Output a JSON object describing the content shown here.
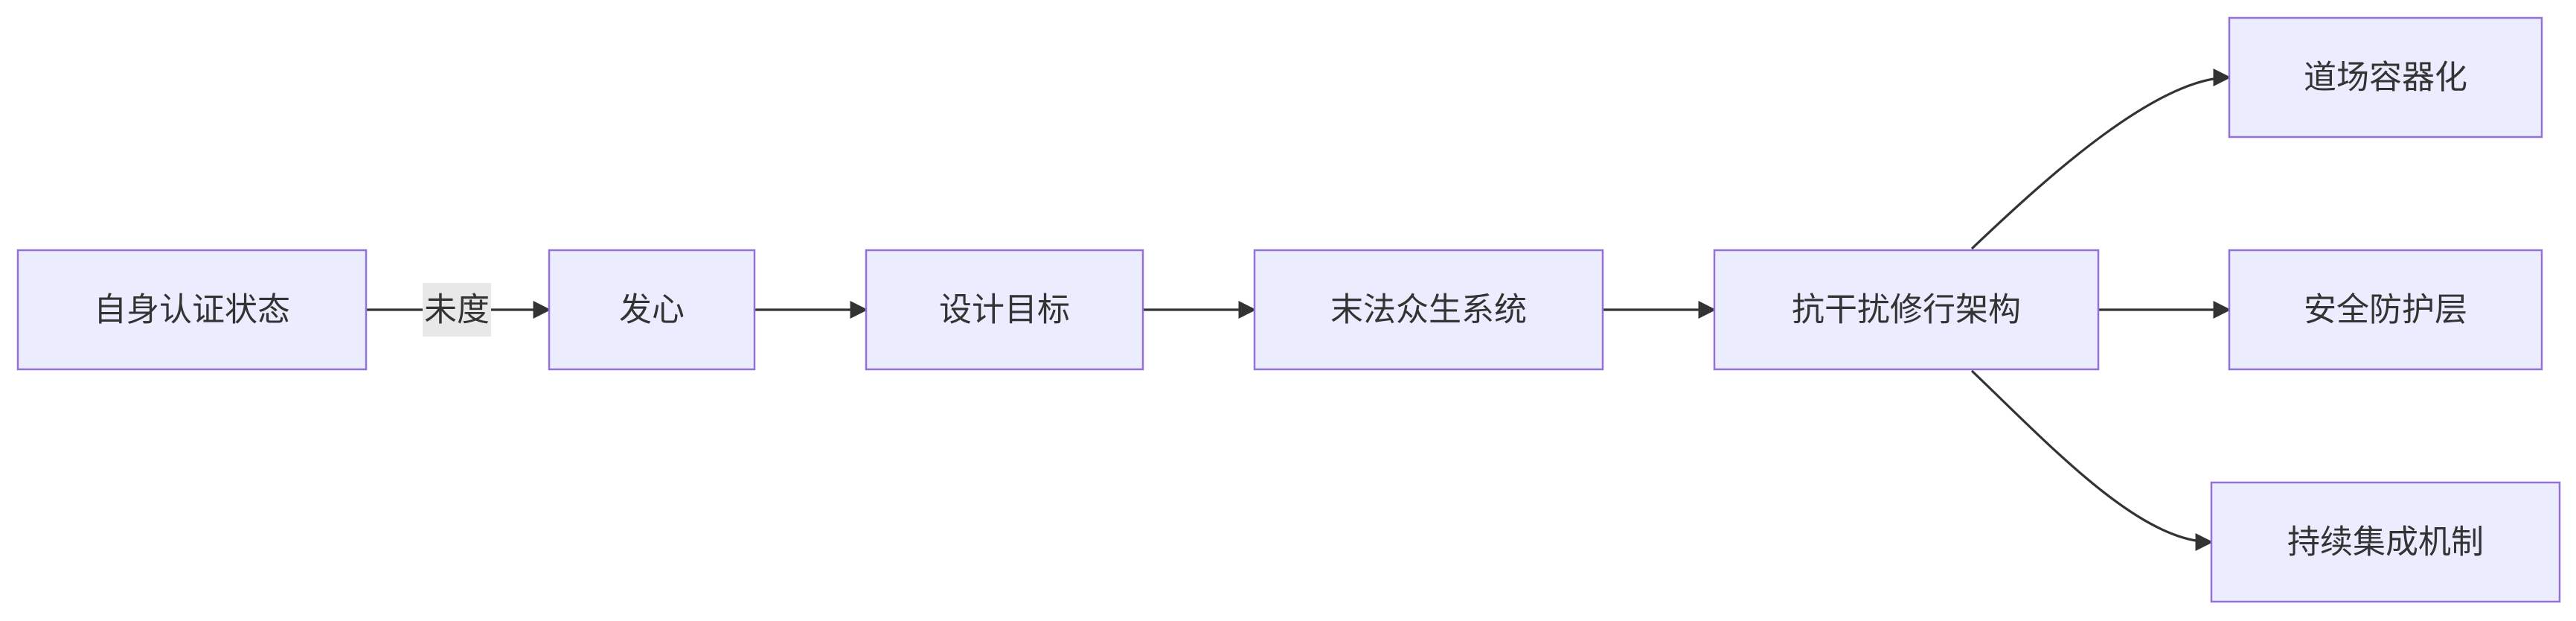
{
  "diagram": {
    "type": "flowchart",
    "direction": "left-to-right",
    "colors": {
      "node_fill": "#ECECFF",
      "node_border": "#9370DB",
      "edge": "#333333",
      "text": "#333333",
      "edge_label_bg": "#e8e8e8"
    },
    "nodes": {
      "self_state": "自身认证状态",
      "bodhicitta": "发心",
      "design_goal": "设计目标",
      "dharma_system": "末法众生系统",
      "architecture": "抗干扰修行架构",
      "containerize": "道场容器化",
      "security_layer": "安全防护层",
      "integration": "持续集成机制"
    },
    "edges": [
      {
        "from": "self_state",
        "to": "bodhicitta",
        "label": "未度"
      },
      {
        "from": "bodhicitta",
        "to": "design_goal",
        "label": ""
      },
      {
        "from": "design_goal",
        "to": "dharma_system",
        "label": ""
      },
      {
        "from": "dharma_system",
        "to": "architecture",
        "label": ""
      },
      {
        "from": "architecture",
        "to": "containerize",
        "label": ""
      },
      {
        "from": "architecture",
        "to": "security_layer",
        "label": ""
      },
      {
        "from": "architecture",
        "to": "integration",
        "label": ""
      }
    ]
  }
}
